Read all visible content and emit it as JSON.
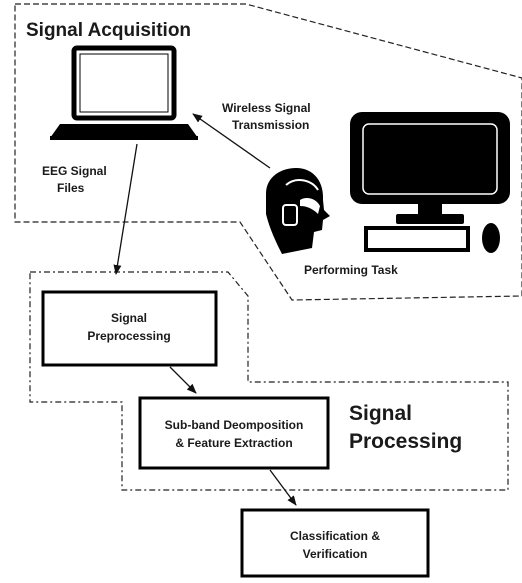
{
  "regions": {
    "acquisition_title": "Signal Acquisition",
    "processing_title_line1": "Signal",
    "processing_title_line2": "Processing"
  },
  "labels": {
    "wireless_line1": "Wireless Signal",
    "wireless_line2": "Transmission",
    "eeg_line1": "EEG Signal",
    "eeg_line2": "Files",
    "performing_task": "Performing Task"
  },
  "boxes": {
    "preprocessing_line1": "Signal",
    "preprocessing_line2": "Preprocessing",
    "subband_line1": "Sub-band Deomposition",
    "subband_line2": "& Feature Extraction",
    "classification_line1": "Classification &",
    "classification_line2": "Verification"
  },
  "icons": [
    "laptop-icon",
    "person-head-icon",
    "desktop-monitor-icon",
    "keyboard-icon",
    "mouse-icon"
  ]
}
